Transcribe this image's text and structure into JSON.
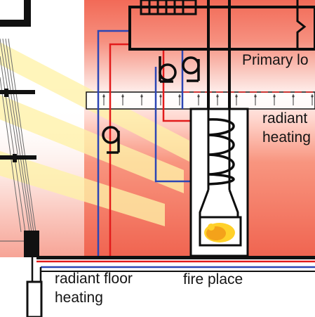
{
  "labels": {
    "primary_loop": "Primary lo",
    "radiant_heating_line1": "radiant",
    "radiant_heating_line2": "heating",
    "radiant_floor_line1": "radiant floor",
    "radiant_floor_line2": "heating",
    "fire_place": "fire place"
  },
  "colors": {
    "hot_pipe": "#e21b1b",
    "cold_pipe": "#2c46b5",
    "outline": "#0d0d0d",
    "warm_fill": "#f26a57",
    "sun_ray": "#fff4b0",
    "flame_core": "#f4a21a",
    "flame_outer": "#ffd12a"
  },
  "icons": [
    "pump-icon",
    "coil-icon",
    "flame-icon",
    "brace-icon"
  ]
}
